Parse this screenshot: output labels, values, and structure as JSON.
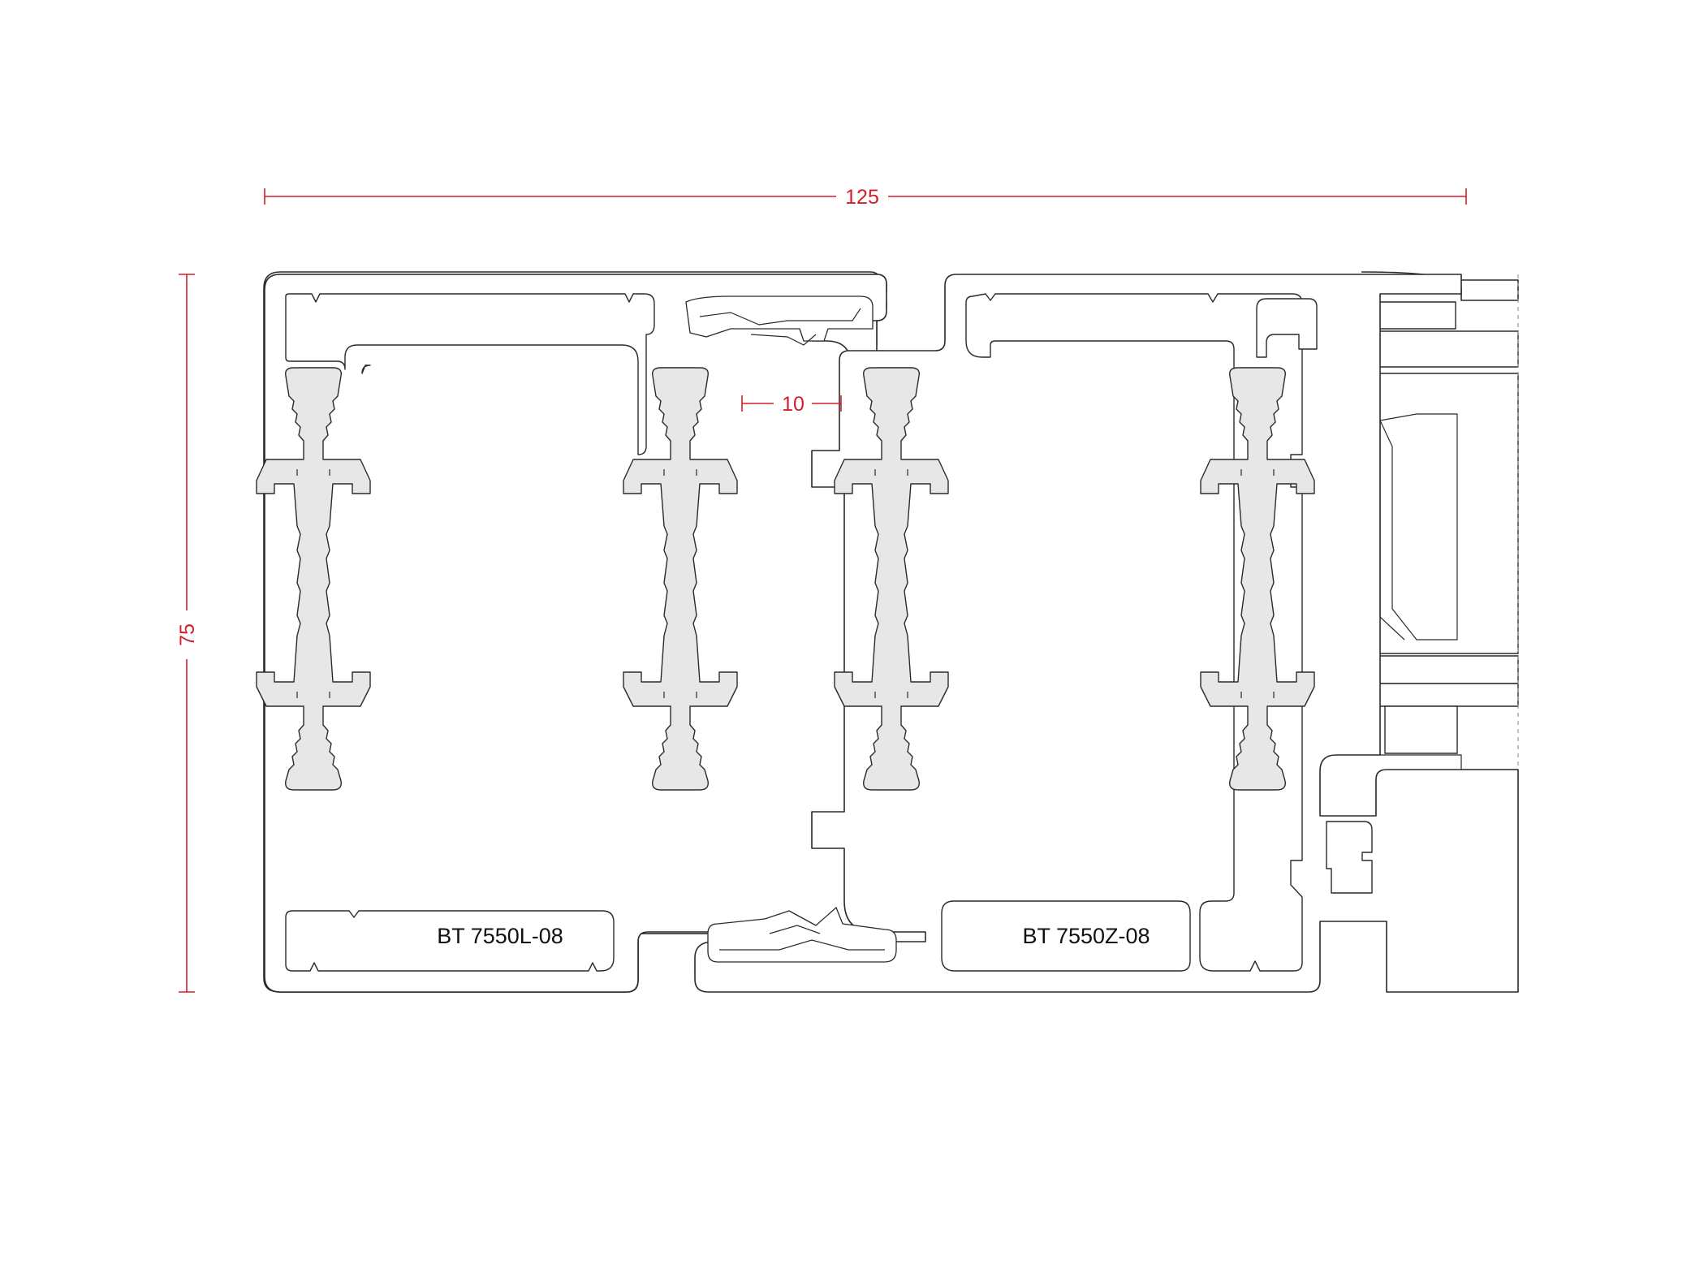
{
  "dimensions": {
    "overall_width": "125",
    "overall_height": "75",
    "sash_gap": "10"
  },
  "profiles": {
    "left_label": "BT 7550L-08",
    "right_label": "BT 7550Z-08"
  },
  "colors": {
    "dimension": "#d21f2b",
    "outline": "#2a2a2a",
    "thermal_break_fill": "#e7e7e7"
  }
}
